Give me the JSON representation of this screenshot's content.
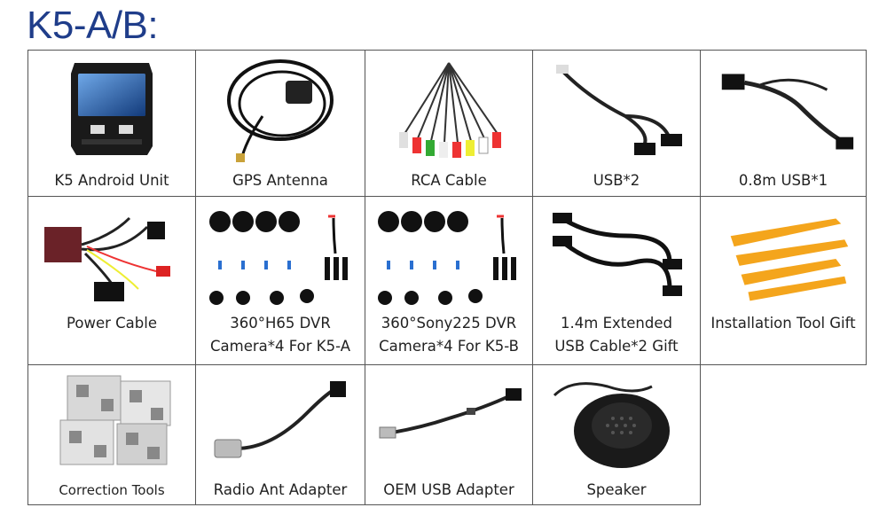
{
  "title": "K5-A/B:",
  "items": [
    {
      "name": "k5-android-unit",
      "icon": "head-unit-icon",
      "label": "K5 Android Unit"
    },
    {
      "name": "gps-antenna",
      "icon": "gps-antenna-icon",
      "label": "GPS Antenna"
    },
    {
      "name": "rca-cable",
      "icon": "rca-cable-icon",
      "label": "RCA Cable"
    },
    {
      "name": "usb-2",
      "icon": "usb-cable-icon",
      "label": "USB*2"
    },
    {
      "name": "usb-08m",
      "icon": "usb-cable-icon",
      "label": "0.8m USB*1"
    },
    {
      "name": "power-cable",
      "icon": "power-harness-icon",
      "label": "Power Cable"
    },
    {
      "name": "dvr-h65",
      "icon": "camera-set-icon",
      "label_lines": [
        "360°H65 DVR",
        "Camera*4 For K5-A"
      ]
    },
    {
      "name": "dvr-sony225",
      "icon": "camera-set-icon",
      "label_lines": [
        "360°Sony225 DVR",
        "Camera*4 For K5-B"
      ]
    },
    {
      "name": "usb-extended",
      "icon": "usb-extension-icon",
      "label_lines": [
        "1.4m Extended",
        "USB Cable*2 Gift"
      ]
    },
    {
      "name": "installation-tool",
      "icon": "pry-tool-icon",
      "label": "Installation Tool Gift"
    },
    {
      "name": "correction-tools",
      "icon": "calibration-cloth-icon",
      "label": "Correction Tools"
    },
    {
      "name": "radio-ant-adapter",
      "icon": "antenna-adapter-icon",
      "label": "Radio Ant Adapter"
    },
    {
      "name": "oem-usb-adapter",
      "icon": "oem-usb-icon",
      "label": "OEM USB Adapter"
    },
    {
      "name": "speaker",
      "icon": "speaker-icon",
      "label": "Speaker"
    }
  ]
}
